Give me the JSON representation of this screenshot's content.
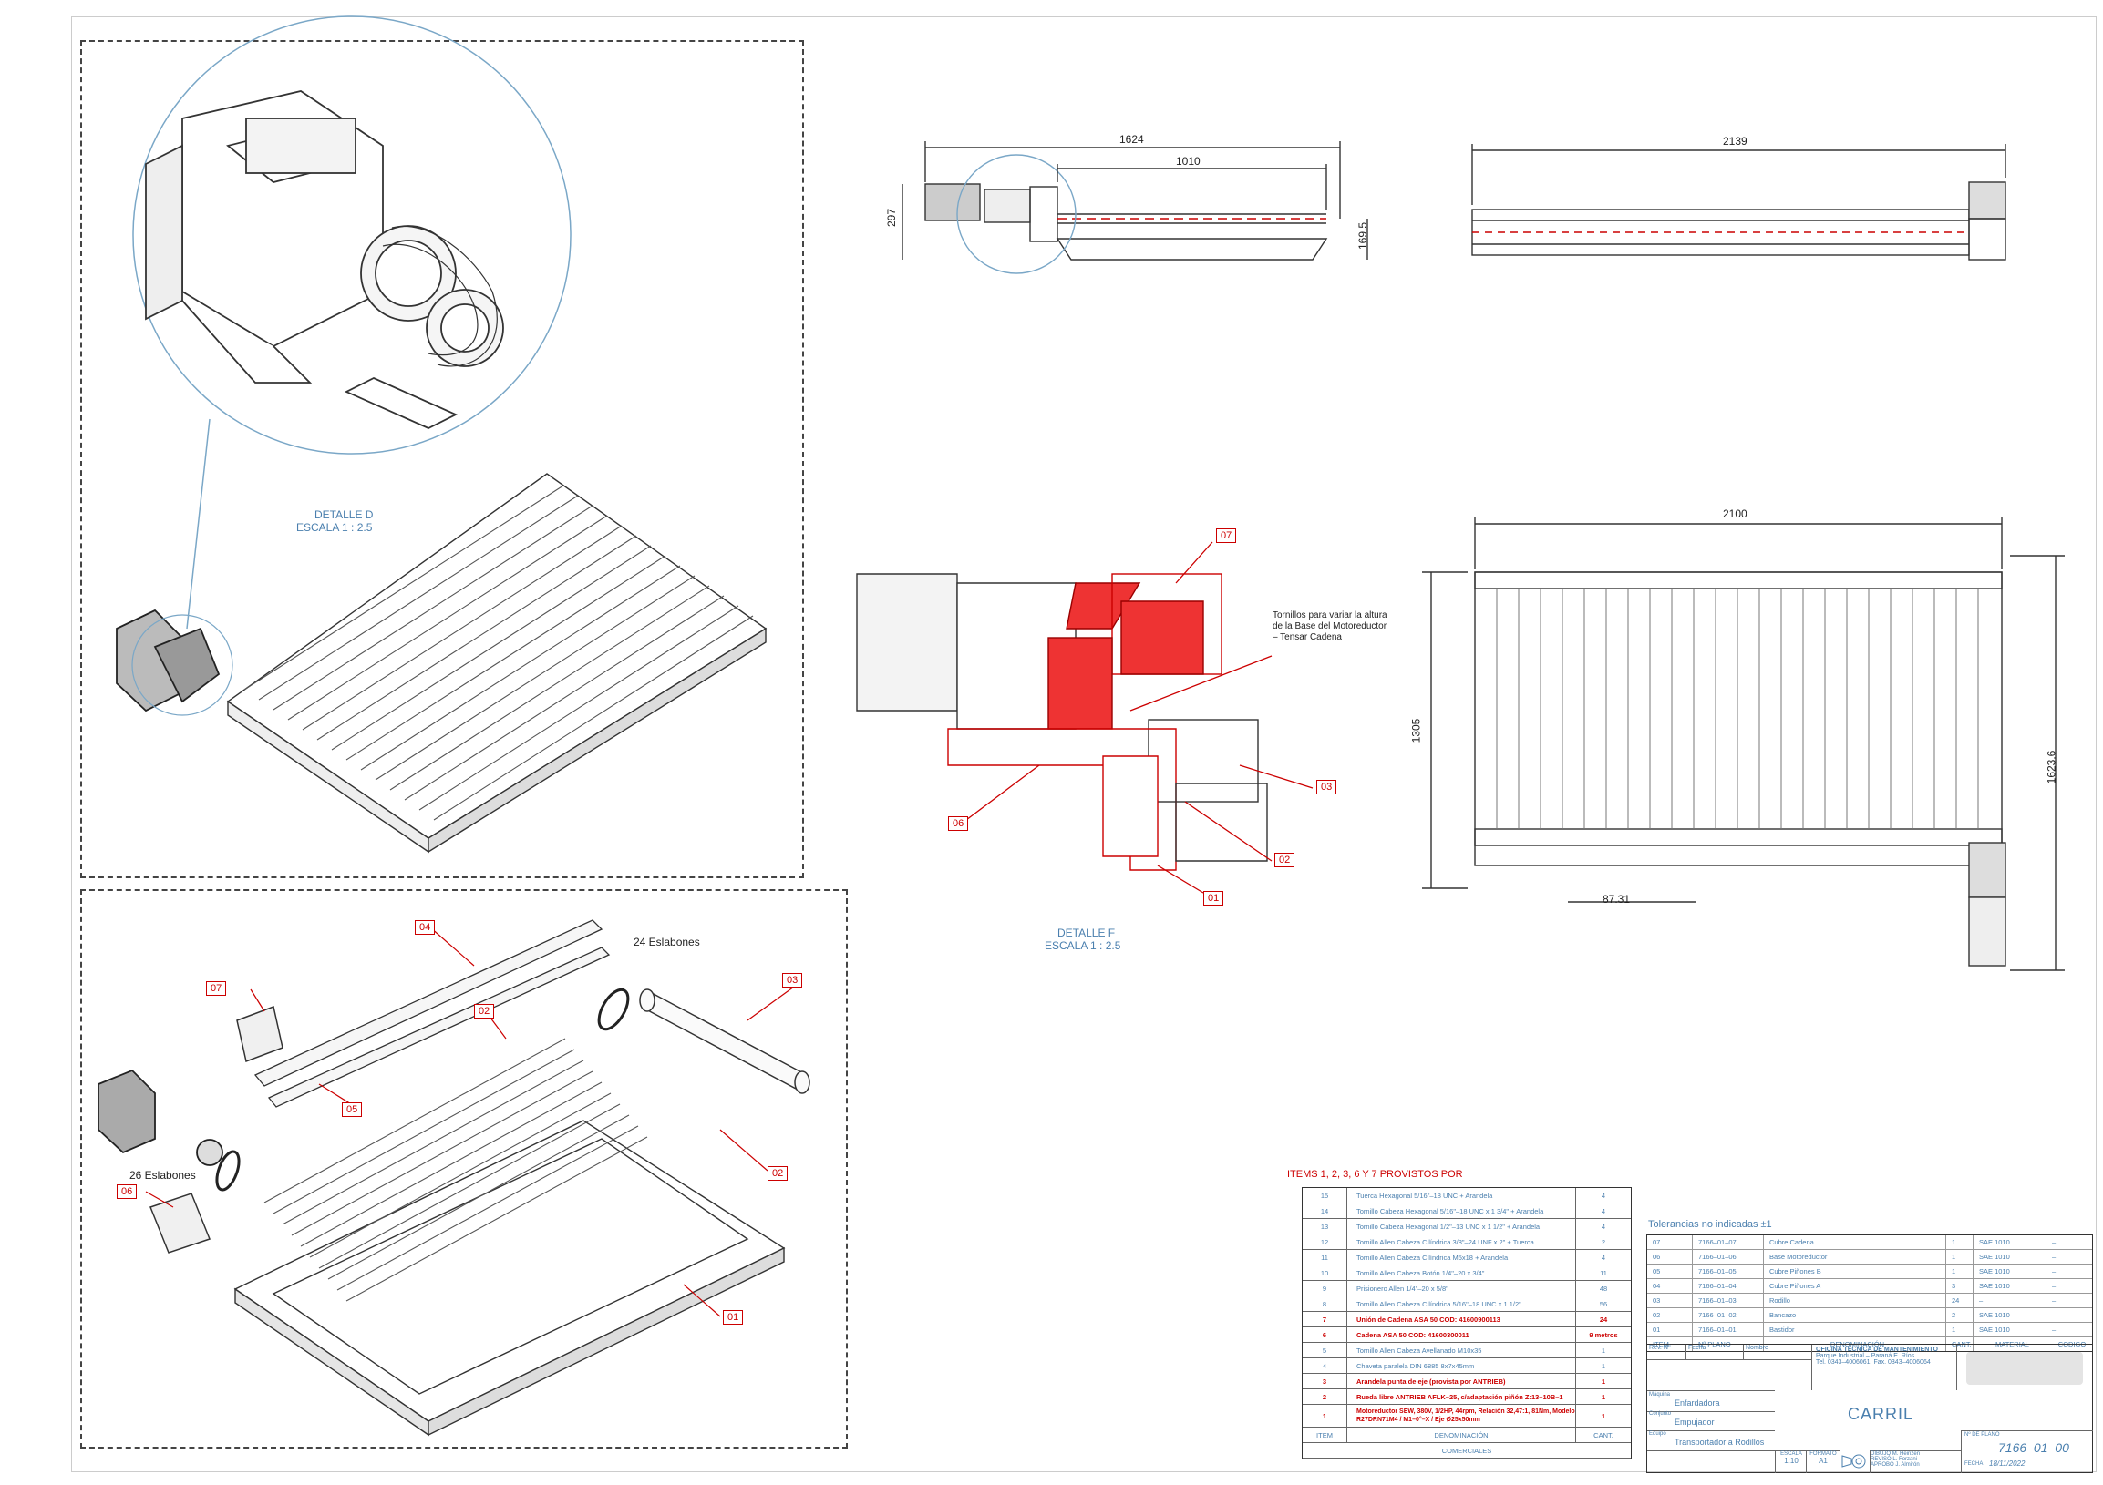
{
  "details": {
    "d_title": "DETALLE D",
    "d_scale": "ESCALA 1 : 2.5",
    "f_title": "DETALLE F",
    "f_scale": "ESCALA 1 : 2.5",
    "f_note": "Tornillos para variar la altura de la Base del Motoreductor – Tensar Cadena"
  },
  "callouts": {
    "c01": "01",
    "c02": "02",
    "c03": "03",
    "c04": "04",
    "c05": "05",
    "c06": "06",
    "c07": "07",
    "eslabones_24": "24 Eslabones",
    "eslabones_26": "26 Eslabones"
  },
  "dimensions": {
    "side_total": "1624",
    "side_inner": "1010",
    "side_height": "297",
    "side_height2": "169.5",
    "top_length": "2139",
    "plan_length": "2100",
    "plan_width": "1305",
    "plan_width2": "1623.6",
    "plan_offset": "87.31"
  },
  "items_table": {
    "header": "ITEMS 1, 2, 3, 6 Y 7 PROVISTOS POR",
    "rows": [
      {
        "n": "15",
        "d": "Tuerca Hexagonal 5/16\"–18 UNC + Arandela",
        "q": "4",
        "style": "bl"
      },
      {
        "n": "14",
        "d": "Tornillo Cabeza Hexagonal 5/16\"–18 UNC x 1 3/4\" + Arandela",
        "q": "4",
        "style": "bl"
      },
      {
        "n": "13",
        "d": "Tornillo Cabeza Hexagonal 1/2\"–13 UNC x 1 1/2\" + Arandela",
        "q": "4",
        "style": "bl"
      },
      {
        "n": "12",
        "d": "Tornillo Allen Cabeza Cilíndrica 3/8\"–24 UNF x 2\" + Tuerca",
        "q": "2",
        "style": "bl"
      },
      {
        "n": "11",
        "d": "Tornillo Allen Cabeza Cilíndrica M5x18 + Arandela",
        "q": "4",
        "style": "bl"
      },
      {
        "n": "10",
        "d": "Tornillo Allen Cabeza Botón 1/4\"–20 x 3/4\"",
        "q": "11",
        "style": "bl"
      },
      {
        "n": "9",
        "d": "Prisionero Allen 1/4\"–20 x 5/8\"",
        "q": "48",
        "style": "bl"
      },
      {
        "n": "8",
        "d": "Tornillo Allen Cabeza Cilíndrica 5/16\"–18 UNC x 1 1/2\"",
        "q": "56",
        "style": "bl"
      },
      {
        "n": "7",
        "d": "Unión de Cadena ASA 50 COD: 41600900113",
        "q": "24",
        "style": "hl"
      },
      {
        "n": "6",
        "d": "Cadena ASA 50 COD: 41600300011",
        "q": "9 metros",
        "style": "hl"
      },
      {
        "n": "5",
        "d": "Tornillo Allen Cabeza Avellanado M10x35",
        "q": "1",
        "style": "bl"
      },
      {
        "n": "4",
        "d": "Chaveta paralela DIN 6885 8x7x45mm",
        "q": "1",
        "style": "bl"
      },
      {
        "n": "3",
        "d": "Arandela punta de eje (provista por ANTRIEB)",
        "q": "1",
        "style": "hl"
      },
      {
        "n": "2",
        "d": "Rueda libre ANTRIEB AFLK–25, c/adaptación piñón Z:13–10B–1",
        "q": "1",
        "style": "hl"
      },
      {
        "n": "1",
        "d": "Motoreductor SEW, 380V, 1/2HP, 44rpm, Relación 32,47:1, 81Nm, Modelo R27DRN71M4 / M1–0°–X / Eje Ø25x50mm",
        "q": "1",
        "style": "hl tall"
      }
    ],
    "col_item": "ITEM",
    "col_denominacion": "DENOMINACIÓN",
    "col_cant": "CANT.",
    "footer": "COMERCIALES"
  },
  "tolerances": "Tolerancias no indicadas ±1",
  "parts_table": {
    "rows": [
      {
        "item": "07",
        "plano": "7166–01–07",
        "den": "Cubre Cadena",
        "cant": "1",
        "mat": "SAE 1010",
        "cod": "–"
      },
      {
        "item": "06",
        "plano": "7166–01–06",
        "den": "Base Motoreductor",
        "cant": "1",
        "mat": "SAE 1010",
        "cod": "–"
      },
      {
        "item": "05",
        "plano": "7166–01–05",
        "den": "Cubre Piñones B",
        "cant": "1",
        "mat": "SAE 1010",
        "cod": "–"
      },
      {
        "item": "04",
        "plano": "7166–01–04",
        "den": "Cubre Piñones A",
        "cant": "3",
        "mat": "SAE 1010",
        "cod": "–"
      },
      {
        "item": "03",
        "plano": "7166–01–03",
        "den": "Rodillo",
        "cant": "24",
        "mat": "–",
        "cod": "–"
      },
      {
        "item": "02",
        "plano": "7166–01–02",
        "den": "Bancazo",
        "cant": "2",
        "mat": "SAE 1010",
        "cod": "–"
      },
      {
        "item": "01",
        "plano": "7166–01–01",
        "den": "Bastidor",
        "cant": "1",
        "mat": "SAE 1010",
        "cod": "–"
      }
    ],
    "h_item": "ITEM",
    "h_plano": "Nº PLANO",
    "h_den": "DENOMINACIÓN",
    "h_cant": "CANT.",
    "h_mat": "MATERIAL",
    "h_cod": "CODIGO"
  },
  "title_block": {
    "office": "OFICINA TÉCNICA DE MANTENIMIENTO",
    "address": "Parque Industrial – Paraná E. Ríos",
    "phone": "Tel. 0343–4006061",
    "fax": "Fax. 0343–4006064",
    "col_rev": "Rev. Nº",
    "col_fecha": "Fecha",
    "col_nombre": "Nombre",
    "maquina_label": "Máquina",
    "maquina": "Enfardadora",
    "conjunto_label": "Conjunto",
    "conjunto": "Empujador",
    "equipo_label": "Equipo",
    "equipo": "Transportador a Rodillos",
    "title": "CARRIL",
    "escala_label": "ESCALA",
    "escala": "1:10",
    "formato_label": "FORMATO",
    "formato": "A1",
    "dibujo_label": "DIBUJO",
    "dibujo": "M. Heinzen",
    "reviso_label": "REVISÓ",
    "reviso": "L. Forzani",
    "aprobo_label": "APROBÓ",
    "aprobo": "J. Almirón",
    "plano_label": "Nº DE PLANO",
    "plano": "7166–01–00",
    "fecha_label": "FECHA",
    "fecha": "18/11/2022"
  },
  "colors": {
    "accent": "#cc0000",
    "line": "#333333",
    "blue": "#4a7fae"
  }
}
